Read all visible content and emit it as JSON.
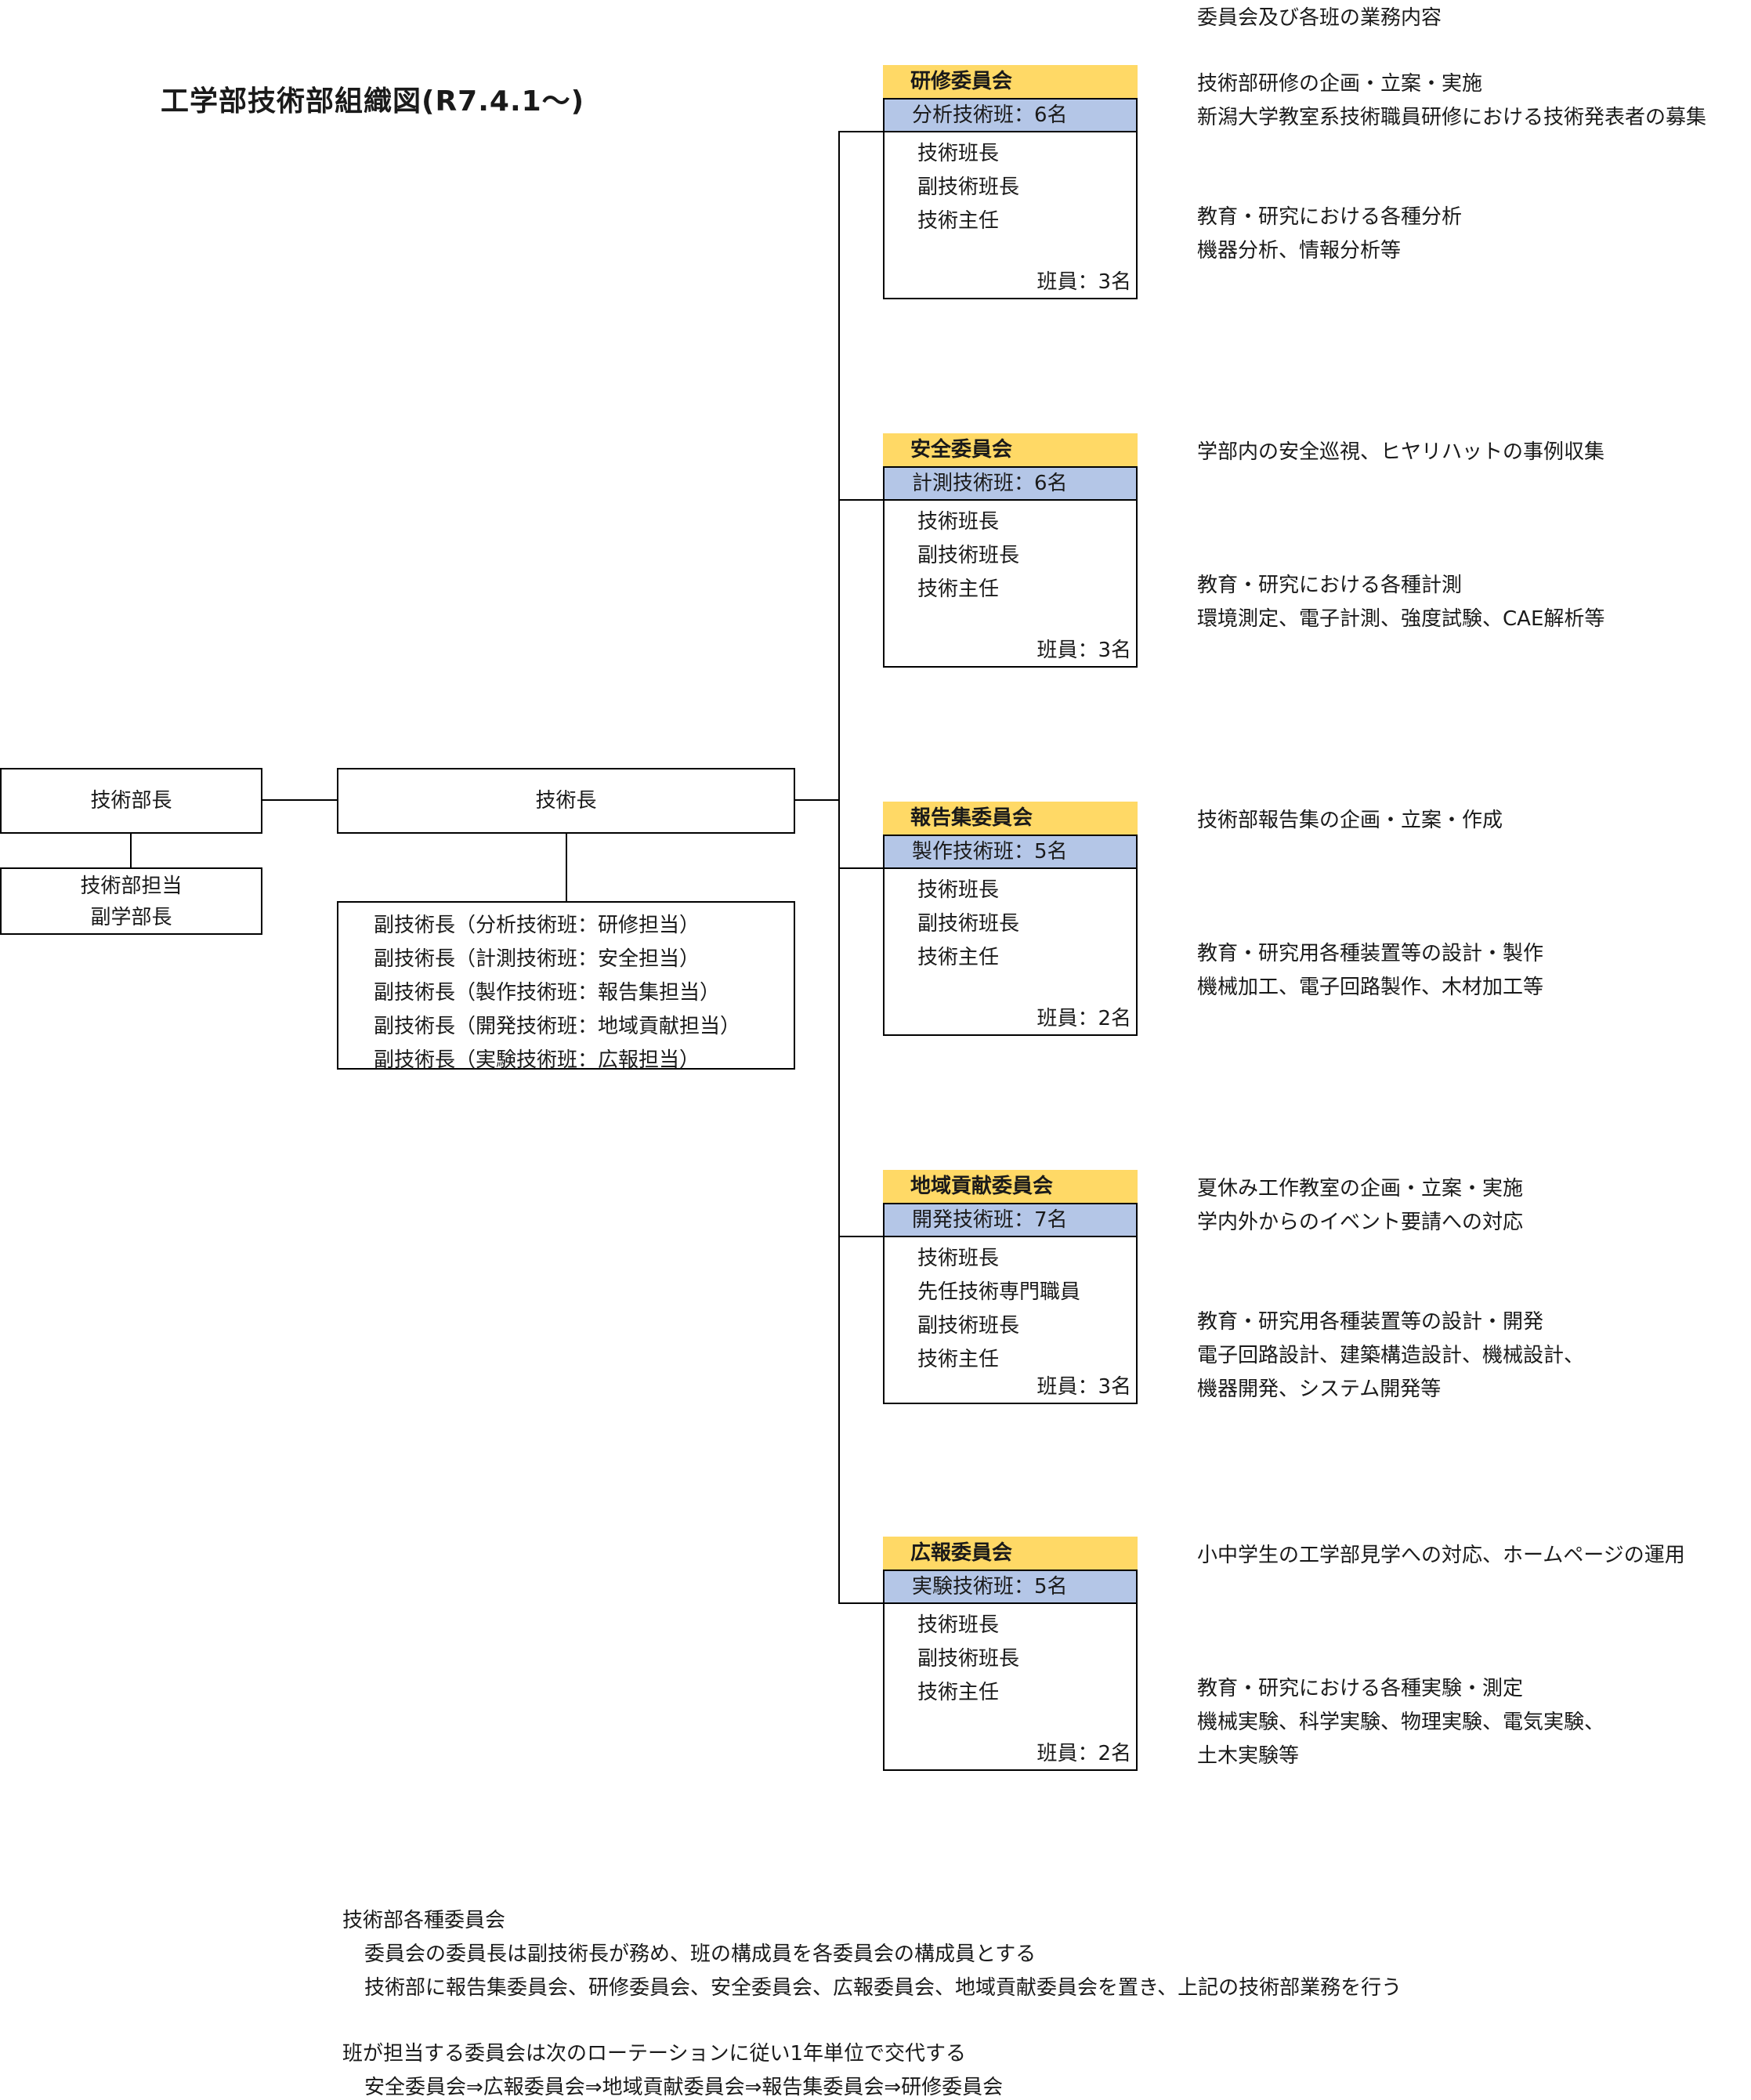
{
  "header": {
    "title": "工学部技術部組織図(R7.4.1〜)",
    "duties_heading": "委員会及び各班の業務内容"
  },
  "top": {
    "director": "技術部長",
    "assistant_line1": "技術部担当",
    "assistant_line2": "副学部長",
    "chief": "技術長",
    "deputies": [
      "副技術長（分析技術班：研修担当）",
      "副技術長（計測技術班：安全担当）",
      "副技術長（製作技術班：報告集担当）",
      "副技術長（開発技術班：地域貢献担当）",
      "副技術長（実験技術班：広報担当）"
    ]
  },
  "teams": [
    {
      "committee": "研修委員会",
      "team": "分析技術班：6名",
      "roles": [
        "技術班長",
        "副技術班長",
        "技術主任"
      ],
      "members": "班員：3名",
      "committee_duties": [
        "技術部研修の企画・立案・実施",
        "新潟大学教室系技術職員研修における技術発表者の募集"
      ],
      "team_duties": [
        "教育・研究における各種分析",
        "機器分析、情報分析等"
      ]
    },
    {
      "committee": "安全委員会",
      "team": "計測技術班：6名",
      "roles": [
        "技術班長",
        "副技術班長",
        "技術主任"
      ],
      "members": "班員：3名",
      "committee_duties": [
        "学部内の安全巡視、ヒヤリハットの事例収集"
      ],
      "team_duties": [
        "教育・研究における各種計測",
        "環境測定、電子計測、強度試験、CAE解析等"
      ]
    },
    {
      "committee": "報告集委員会",
      "team": "製作技術班：5名",
      "roles": [
        "技術班長",
        "副技術班長",
        "技術主任"
      ],
      "members": "班員：2名",
      "committee_duties": [
        "技術部報告集の企画・立案・作成"
      ],
      "team_duties": [
        "教育・研究用各種装置等の設計・製作",
        "機械加工、電子回路製作、木材加工等"
      ]
    },
    {
      "committee": "地域貢献委員会",
      "team": "開発技術班：7名",
      "roles": [
        "技術班長",
        "先任技術専門職員",
        "副技術班長",
        "技術主任"
      ],
      "members": "班員：3名",
      "committee_duties": [
        "夏休み工作教室の企画・立案・実施",
        "学内外からのイベント要請への対応"
      ],
      "team_duties": [
        "教育・研究用各種装置等の設計・開発",
        "電子回路設計、建築構造設計、機械設計、",
        "機器開発、システム開発等"
      ]
    },
    {
      "committee": "広報委員会",
      "team": "実験技術班：5名",
      "roles": [
        "技術班長",
        "副技術班長",
        "技術主任"
      ],
      "members": "班員：2名",
      "committee_duties": [
        "小中学生の工学部見学への対応、ホームページの運用"
      ],
      "team_duties": [
        "教育・研究における各種実験・測定",
        "機械実験、科学実験、物理実験、電気実験、",
        "土木実験等"
      ]
    }
  ],
  "notes": {
    "heading1": "技術部各種委員会",
    "line1": "委員会の委員長は副技術長が務め、班の構成員を各委員会の構成員とする",
    "line2": "技術部に報告集委員会、研修委員会、安全委員会、広報委員会、地域貢献委員会を置き、上記の技術部業務を行う",
    "heading2": "班が担当する委員会は次のローテーションに従い1年単位で交代する",
    "line3": "安全委員会⇒広報委員会⇒地域貢献委員会⇒報告集委員会⇒研修委員会"
  }
}
